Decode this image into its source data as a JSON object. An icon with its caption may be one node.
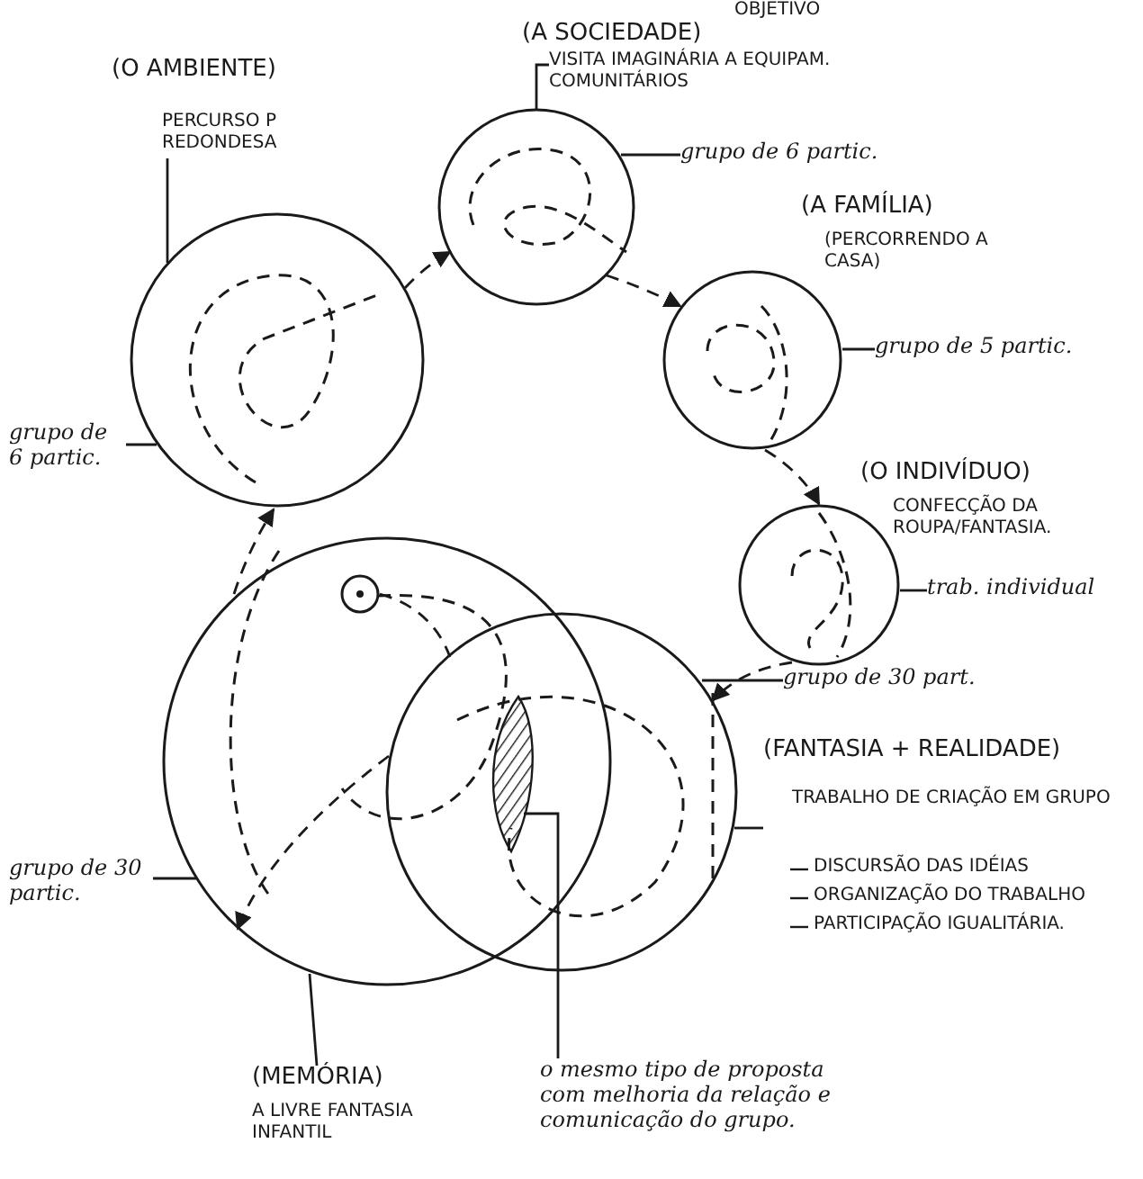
{
  "diagram": {
    "nodes": [
      {
        "text": [],
        "shape": "circle"
      },
      {
        "text": [
          "(O AMBIENTE)",
          "PERCURSO P REDONDESA"
        ]
      },
      {
        "text": [
          "grupo de 6 partic."
        ]
      },
      {
        "text": [
          "(A SOCIEDADE)"
        ]
      },
      {
        "text": [
          "VISITA IMAGINÁRIA A EQUIPAM. COMUNITÁRIOS"
        ]
      },
      {
        "text": [
          "grupo de 6 partic."
        ]
      },
      {
        "text": [
          "(A FAMÍLIA)",
          "(PERCORRENDO A CASA)"
        ]
      },
      {
        "text": [
          "grupo de 5 partic."
        ]
      },
      {
        "text": [
          "(O INDIVÍDUO)",
          "CONFECÇÃO DA ROUPA/FANTASIA."
        ]
      },
      {
        "text": [
          "trab. individual"
        ]
      },
      {
        "text": [
          "grupo de 30 part."
        ]
      },
      {
        "text": [],
        "shape": "circle"
      },
      {
        "text": [],
        "shape": "circle",
        "in": 11
      },
      {
        "text": [],
        "shape": "circle"
      },
      {
        "text": [],
        "shape": "area"
      },
      {
        "text": [
          "(FANTASIA + REALIDADE)",
          "TRABALHO DE CRIAÇÃO EM GRUPO",
          "DISCURSÃO DAS IDÉIAS",
          "ORGANIZAÇÃO DO TRABALHO",
          "PARTICIPAÇÃO IGUALITÁRIA."
        ]
      },
      {
        "text": [
          "grupo de 30 partic."
        ]
      },
      {
        "text": [
          "(MEMÓRIA)",
          "A LIVRE FANTASIA INFANTIL"
        ]
      },
      {
        "text": [
          "o mesmo tipo de proposta com melhoria da relação e comunicação do grupo."
        ]
      }
    ],
    "edges": [
      {
        "from": 11,
        "to": 0,
        "arrow": "to",
        "style": "dashed"
      },
      {
        "from": 0,
        "to": 3,
        "arrow": "to",
        "style": "dashed"
      },
      {
        "from": 3,
        "to": 6,
        "arrow": "to",
        "style": "dashed"
      },
      {
        "from": 6,
        "to": 8,
        "arrow": "to",
        "style": "dashed"
      },
      {
        "from": 8,
        "to": 13,
        "arrow": "to",
        "style": "dashed"
      },
      {
        "from": 13,
        "to": 11,
        "arrow": "to",
        "style": "dashed"
      },
      {
        "from": 12,
        "to": 13,
        "arrow": "none",
        "style": "dashed"
      },
      {
        "from": 1,
        "to": 0,
        "arrow": "none"
      },
      {
        "from": 2,
        "to": 0,
        "arrow": "none"
      },
      {
        "from": 4,
        "to": 3,
        "arrow": "none"
      },
      {
        "from": 5,
        "to": 3,
        "arrow": "none"
      },
      {
        "from": 7,
        "to": 6,
        "arrow": "none"
      },
      {
        "from": 9,
        "to": 8,
        "arrow": "none"
      },
      {
        "from": 10,
        "to": 13,
        "arrow": "none"
      },
      {
        "from": 15,
        "to": 13,
        "arrow": "none"
      },
      {
        "from": 16,
        "to": 11,
        "arrow": "none"
      },
      {
        "from": 17,
        "to": 11,
        "arrow": "none"
      },
      {
        "from": 18,
        "to": 14,
        "arrow": "none"
      }
    ],
    "labels": [
      "OBJETIVO"
    ]
  }
}
